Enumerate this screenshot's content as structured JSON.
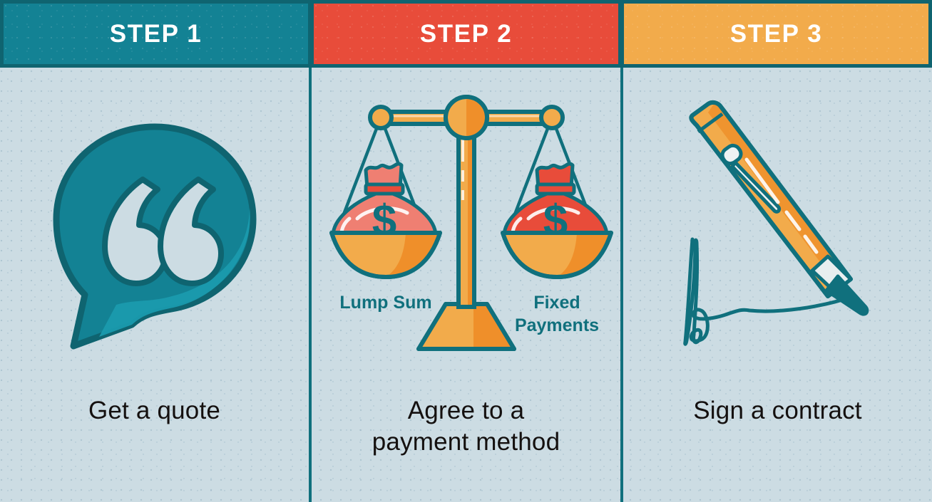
{
  "colors": {
    "background": "#ccdce3",
    "teal_dark": "#0f6470",
    "teal": "#138294",
    "teal_light": "#1a9aad",
    "red": "#e84c3a",
    "red_light": "#ef7f72",
    "orange": "#f2ab4b",
    "orange_dark": "#ef8f2a",
    "white": "#ffffff",
    "text_dark": "#14100f"
  },
  "steps": [
    {
      "header_label": "STEP 1",
      "header_color": "#138294",
      "icon": "speech-bubble-quote-icon",
      "caption_line1": "Get a quote",
      "caption_line2": ""
    },
    {
      "header_label": "STEP 2",
      "header_color": "#e84c3a",
      "icon": "balance-scale-money-icon",
      "caption_line1": "Agree to a",
      "caption_line2": "payment method",
      "scale_labels": {
        "left": "Lump Sum",
        "right_line1": "Fixed",
        "right_line2": "Payments",
        "currency_symbol": "$"
      }
    },
    {
      "header_label": "STEP 3",
      "header_color": "#f2ab4b",
      "icon": "pen-signature-icon",
      "caption_line1": "Sign a contract",
      "caption_line2": ""
    }
  ]
}
